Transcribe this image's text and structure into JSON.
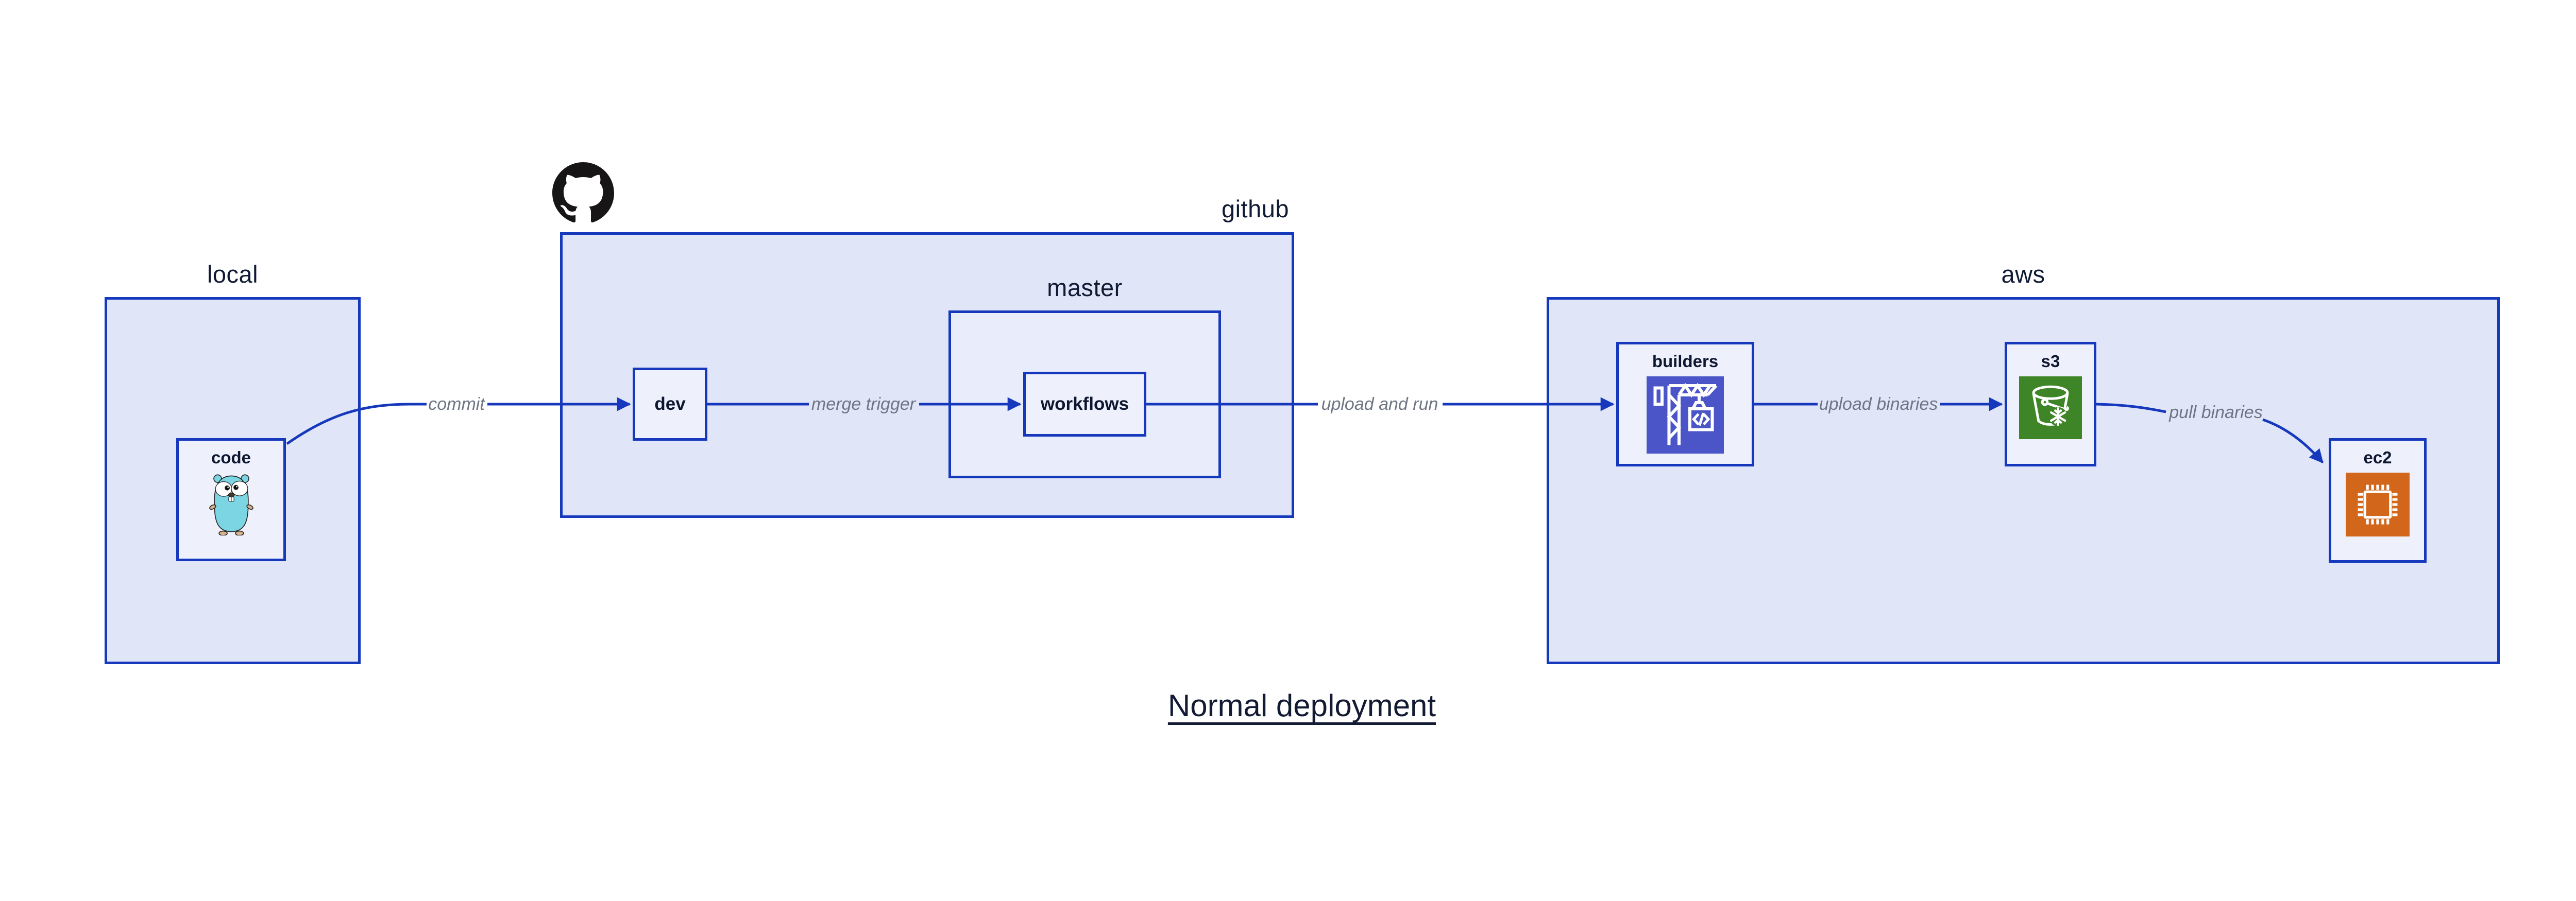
{
  "title": "Normal deployment",
  "colors": {
    "accent_blue": "#1638bc",
    "container_fill": "#e0e6f8",
    "master_fill": "#e9edfb",
    "node_fill": "#eef1fc",
    "label_gray": "#6e7683",
    "text_navy": "#101a33",
    "octocat_black": "#171515",
    "builders_icon_bg": "#4b55c8",
    "s3_icon_bg": "#3e8527",
    "ec2_icon_bg": "#d2671c",
    "gopher_body": "#7bd5e2",
    "gopher_paws": "#d9b28c"
  },
  "containers": {
    "local": {
      "label": "local"
    },
    "github": {
      "label": "github",
      "logo_icon": "github-octocat-icon"
    },
    "master": {
      "label": "master"
    },
    "aws": {
      "label": "aws"
    }
  },
  "nodes": {
    "code": {
      "label": "code",
      "icon": "go-gopher-icon"
    },
    "dev": {
      "label": "dev"
    },
    "workflows": {
      "label": "workflows"
    },
    "builders": {
      "label": "builders",
      "icon": "codebuild-crane-icon"
    },
    "s3": {
      "label": "s3",
      "icon": "s3-bucket-snowflake-icon"
    },
    "ec2": {
      "label": "ec2",
      "icon": "ec2-chip-icon"
    }
  },
  "edges": [
    {
      "from": "code",
      "to": "dev",
      "label": "commit"
    },
    {
      "from": "dev",
      "to": "workflows",
      "label": "merge trigger"
    },
    {
      "from": "workflows",
      "to": "builders",
      "label": "upload and run"
    },
    {
      "from": "builders",
      "to": "s3",
      "label": "upload binaries"
    },
    {
      "from": "s3",
      "to": "ec2",
      "label": "pull binaries"
    }
  ]
}
